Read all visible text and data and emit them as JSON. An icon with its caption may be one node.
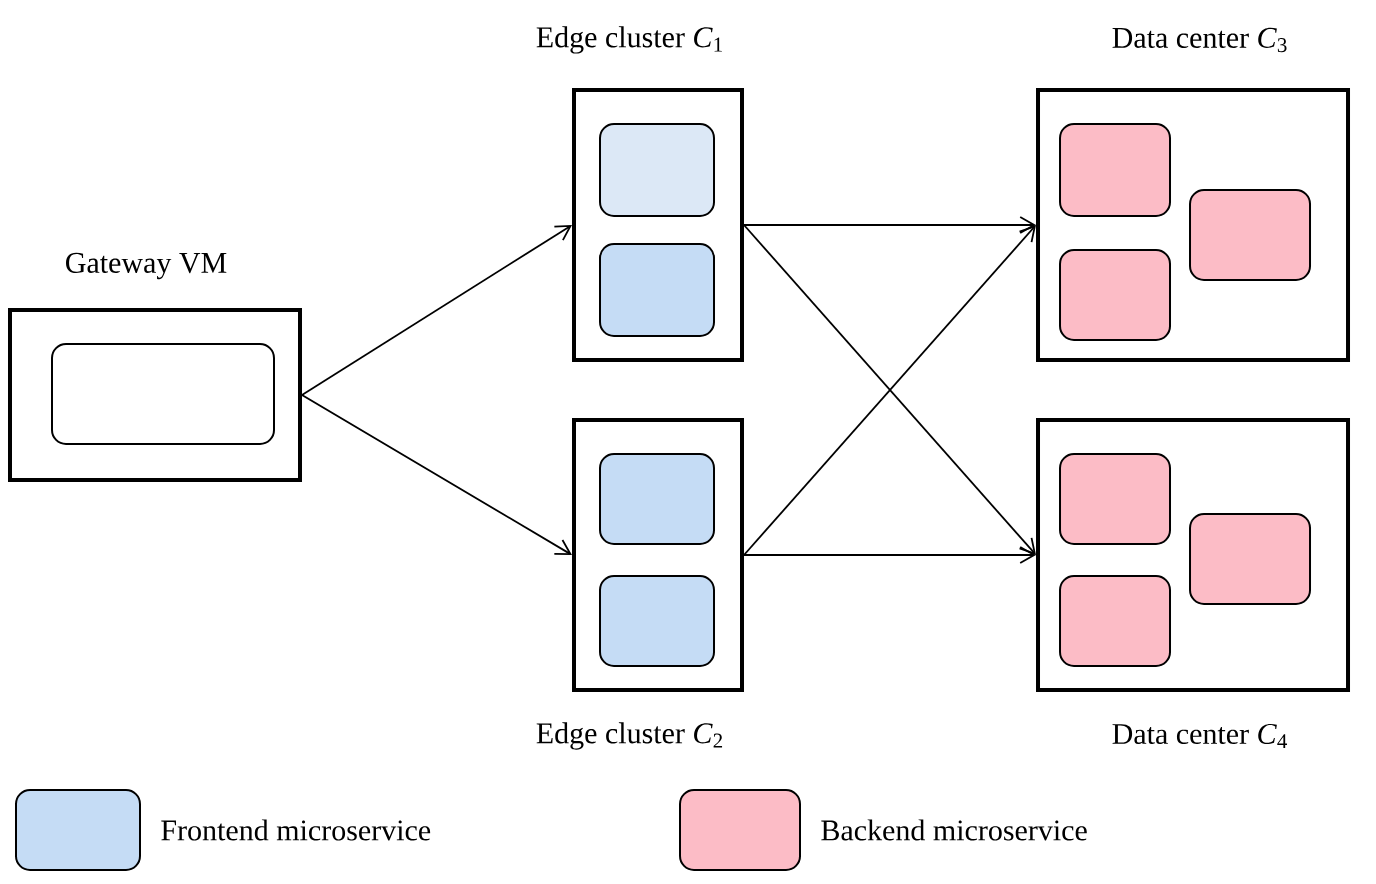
{
  "diagram": {
    "nodes": [
      {
        "text": [
          "Gateway VM"
        ]
      },
      {
        "text": [],
        "shape": "box",
        "in": 0
      },
      {
        "text": [
          "Edge cluster *C*$_{1}$"
        ]
      },
      {
        "text": [],
        "shape": "box",
        "in": 2
      },
      {
        "text": [],
        "shape": "box",
        "in": 2
      },
      {
        "text": [
          "Edge cluster *C*$_{2}$"
        ]
      },
      {
        "text": [],
        "shape": "box",
        "in": 5
      },
      {
        "text": [],
        "shape": "box",
        "in": 5
      },
      {
        "text": [
          "Data center *C*$_{3}$"
        ]
      },
      {
        "text": [],
        "shape": "box",
        "in": 8
      },
      {
        "text": [],
        "shape": "box",
        "in": 8
      },
      {
        "text": [],
        "shape": "box",
        "in": 8
      },
      {
        "text": [
          "Data center *C*$_{4}$"
        ]
      },
      {
        "text": [],
        "shape": "box",
        "in": 12
      },
      {
        "text": [],
        "shape": "box",
        "in": 12
      },
      {
        "text": [],
        "shape": "box",
        "in": 12
      }
    ],
    "edges": [
      {
        "from": 0,
        "to": 2,
        "arrow": "to"
      },
      {
        "from": 0,
        "to": 5,
        "arrow": "to"
      },
      {
        "from": 2,
        "to": 8,
        "arrow": "to"
      },
      {
        "from": 2,
        "to": 12,
        "arrow": "to"
      },
      {
        "from": 5,
        "to": 8,
        "arrow": "to"
      },
      {
        "from": 5,
        "to": 12,
        "arrow": "to"
      }
    ],
    "legend": [
      {
        "text": "Frontend microservice",
        "color": "#c5dcf5"
      },
      {
        "text": "Backend microservice",
        "color": "#fcbcc6"
      }
    ]
  }
}
